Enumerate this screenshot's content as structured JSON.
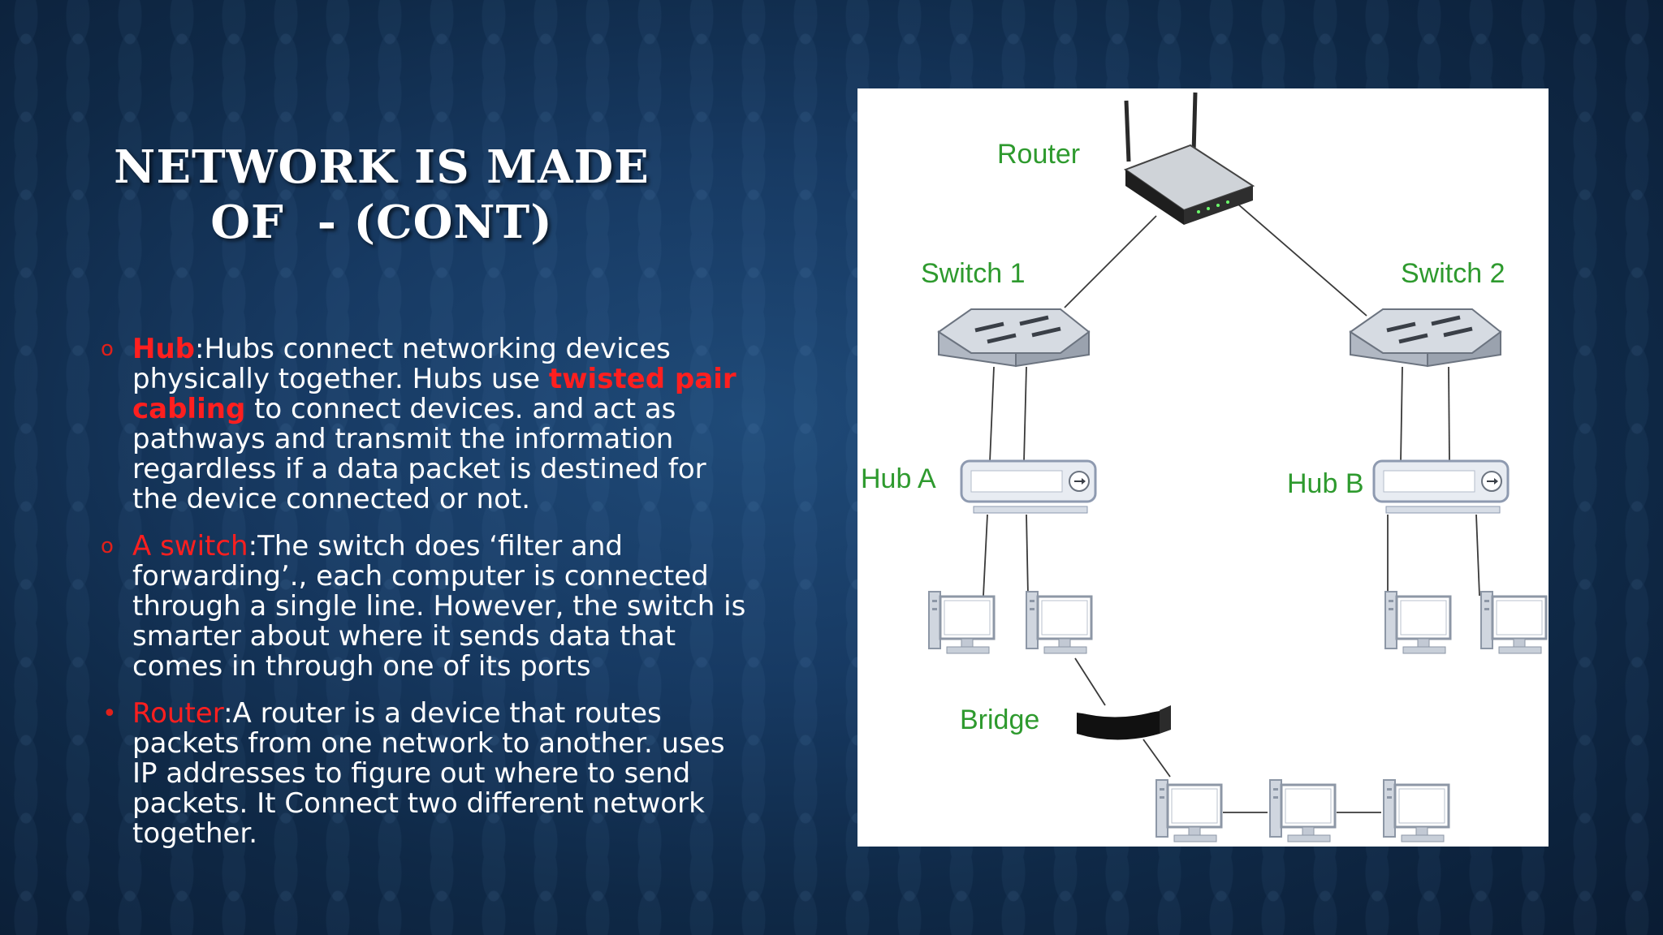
{
  "slide": {
    "title_line1": "NETWORK IS MADE",
    "title_line2": "OF  - (CONT)"
  },
  "bullets": [
    {
      "marker": "o",
      "term": "Hub",
      "text1": ":Hubs connect networking devices physically together. Hubs use ",
      "highlight": "twisted pair cabling",
      "text2": " to connect devices. and act as pathways and transmit the information regardless if a data packet is destined for the device connected or not."
    },
    {
      "marker": "o",
      "term": "A switch",
      "text1": ":The switch does ‘filter and forwarding’., each computer is connected through a single line. However, the switch is smarter about where it sends data that comes in through one of its ports"
    },
    {
      "marker": "•",
      "term": "Router",
      "text1": ":A router is a device that routes packets from one network to another. uses IP addresses to figure out where to send packets. It Connect two different network together."
    }
  ],
  "diagram": {
    "labels": {
      "router": "Router",
      "switch1": "Switch 1",
      "switch2": "Switch 2",
      "hubA": "Hub A",
      "hubB": "Hub B",
      "bridge": "Bridge"
    },
    "colors": {
      "label": "#2e9a2e",
      "device": "#c4cbd6",
      "line": "#333333"
    }
  },
  "theme": {
    "highlight": "#ff1f1f",
    "marker": "#e0201a"
  }
}
